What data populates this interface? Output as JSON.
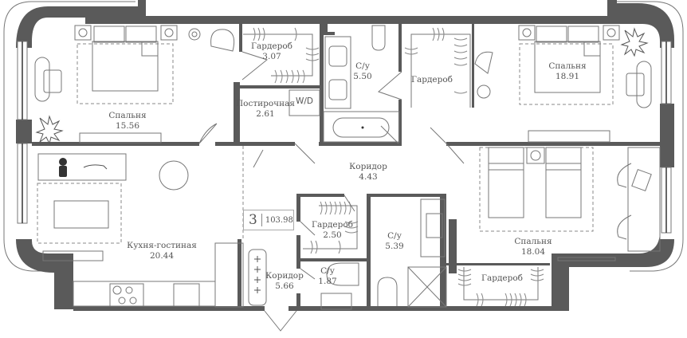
{
  "plan": {
    "apartment": {
      "rooms_count": "3",
      "total_area": "103.98"
    },
    "colors": {
      "wall": "#5a5a5a",
      "line": "#777777",
      "text": "#555555",
      "background": "#ffffff"
    },
    "rooms": [
      {
        "id": "bedroom-1",
        "name": "Спальня",
        "area": "15.56"
      },
      {
        "id": "wardrobe-1",
        "name": "Гардероб",
        "area": "3.07"
      },
      {
        "id": "laundry",
        "name": "Постирочная",
        "area": "2.61",
        "appliance": "W/D"
      },
      {
        "id": "bathroom-1",
        "name": "С/у",
        "area": "5.50"
      },
      {
        "id": "wardrobe-2",
        "name": "Гардероб",
        "area": ""
      },
      {
        "id": "bedroom-2",
        "name": "Спальня",
        "area": "18.91"
      },
      {
        "id": "kitchen-living",
        "name": "Кухня-гостиная",
        "area": "20.44"
      },
      {
        "id": "corridor-1",
        "name": "Коридор",
        "area": "4.43"
      },
      {
        "id": "wardrobe-3",
        "name": "Гардероб",
        "area": "2.50"
      },
      {
        "id": "bathroom-2",
        "name": "С/у",
        "area": "5.39"
      },
      {
        "id": "bathroom-3",
        "name": "С/у",
        "area": "1.87"
      },
      {
        "id": "corridor-2",
        "name": "Коридор",
        "area": "5.66"
      },
      {
        "id": "bedroom-3",
        "name": "Спальня",
        "area": "18.04"
      },
      {
        "id": "wardrobe-4",
        "name": "Гардероб",
        "area": ""
      }
    ]
  }
}
